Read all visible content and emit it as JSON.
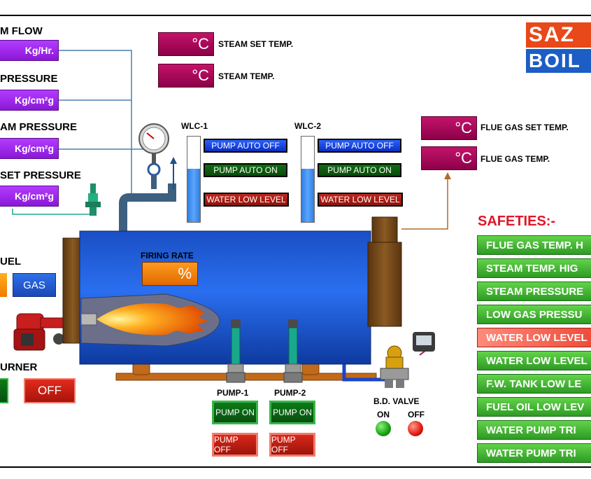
{
  "left_panel": {
    "steam_flow_label": "M FLOW",
    "steam_flow_unit": "Kg/Hr.",
    "pressure_label": "PRESSURE",
    "pressure_unit": "Kg/cm²g",
    "am_pressure_label": "AM PRESSURE",
    "am_pressure_unit": "Kg/cm²g",
    "set_pressure_label": "SET PRESSURE",
    "set_pressure_unit": "Kg/cm²g",
    "fuel_label": "UEL",
    "gas_button": "GAS",
    "burner_label": "URNER",
    "burner_off": "OFF"
  },
  "temps": {
    "steam_set_unit": "°C",
    "steam_set_label": "STEAM SET TEMP.",
    "steam_unit": "°C",
    "steam_label": "STEAM TEMP.",
    "flue_set_unit": "°C",
    "flue_set_label": "FLUE GAS SET TEMP.",
    "flue_unit": "°C",
    "flue_label": "FLUE GAS TEMP."
  },
  "logo": {
    "line1": "SAZ",
    "line2": "BOIL"
  },
  "wlc": [
    {
      "title": "WLC-1",
      "auto_off": "PUMP AUTO OFF",
      "auto_on": "PUMP AUTO ON",
      "low_level": "WATER LOW LEVEL",
      "level": 0.62
    },
    {
      "title": "WLC-2",
      "auto_off": "PUMP AUTO OFF",
      "auto_on": "PUMP AUTO ON",
      "low_level": "WATER LOW LEVEL",
      "level": 0.62
    }
  ],
  "firing_rate": {
    "label": "FIRING RATE",
    "unit": "%"
  },
  "pumps": [
    {
      "name": "PUMP-1",
      "on": "PUMP ON",
      "off": "PUMP OFF"
    },
    {
      "name": "PUMP-2",
      "on": "PUMP ON",
      "off": "PUMP OFF"
    }
  ],
  "bd_valve": {
    "label": "B.D. VALVE",
    "on": "ON",
    "off": "OFF"
  },
  "safeties": {
    "title": "SAFETIES:-",
    "items": [
      {
        "text": "FLUE GAS TEMP. H",
        "state": "normal"
      },
      {
        "text": "STEAM TEMP. HIG",
        "state": "normal"
      },
      {
        "text": "STEAM PRESSURE",
        "state": "normal"
      },
      {
        "text": "LOW GAS PRESSU",
        "state": "normal"
      },
      {
        "text": "WATER LOW LEVEL",
        "state": "alarm"
      },
      {
        "text": "WATER LOW LEVEL",
        "state": "normal"
      },
      {
        "text": "F.W. TANK LOW LE",
        "state": "normal"
      },
      {
        "text": "FUEL OIL LOW LEV",
        "state": "normal"
      },
      {
        "text": "WATER PUMP TRI",
        "state": "normal"
      },
      {
        "text": "WATER PUMP TRI",
        "state": "normal"
      }
    ]
  },
  "colors": {
    "boiler_blue": "#1e5bd6",
    "purple_display": "#9b21e8",
    "temp_display": "#b0105c",
    "safety_ok": "#3db22e",
    "safety_alarm": "#ef4a38"
  }
}
